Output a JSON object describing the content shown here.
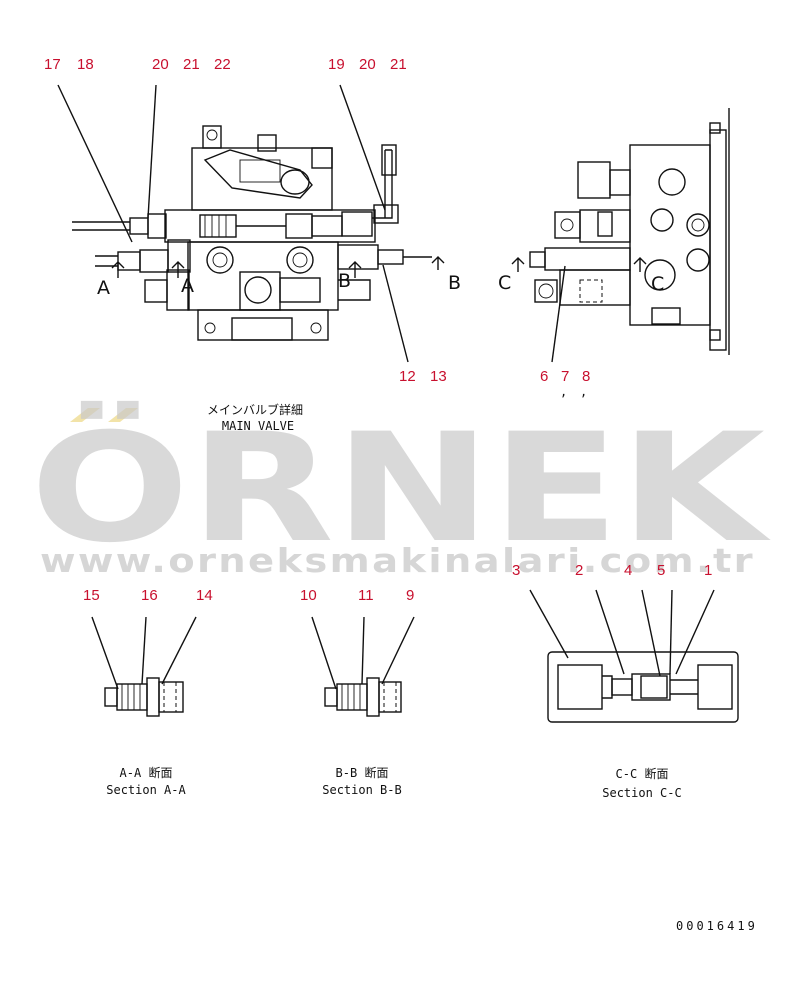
{
  "callouts": {
    "main_left": [
      "17",
      "18",
      "20",
      "21",
      "22"
    ],
    "main_right": [
      "19",
      "20",
      "21"
    ],
    "main_bottom": [
      "12",
      "13"
    ],
    "side_bottom": [
      "6",
      "7",
      "8"
    ],
    "side_commas": [
      ",",
      ","
    ],
    "section_a": [
      "15",
      "16",
      "14"
    ],
    "section_b": [
      "10",
      "11",
      "9"
    ],
    "section_c": [
      "3",
      "2",
      "4",
      "5",
      "1"
    ]
  },
  "section_letters": {
    "a_left": "A",
    "a_right": "A",
    "b_left": "B",
    "b_right": "B",
    "c_left": "C",
    "c_right": "C"
  },
  "captions": {
    "main_jp": "メインバルブ詳細",
    "main_en": "MAIN VALVE",
    "a_jp": "A-A 断面",
    "a_en": "Section A-A",
    "b_jp": "B-B 断面",
    "b_en": "Section B-B",
    "c_jp": "C-C 断面",
    "c_en": "Section C-C"
  },
  "watermark": {
    "brand": "ÖRNEK",
    "url": "www.orneksmakinalari.com.tr"
  },
  "drawing_number": "00016419",
  "colors": {
    "callout": "#c8102e",
    "line": "#111111",
    "watermark": "#c9c9c9",
    "watermark_accent": "#f2e3a8"
  }
}
